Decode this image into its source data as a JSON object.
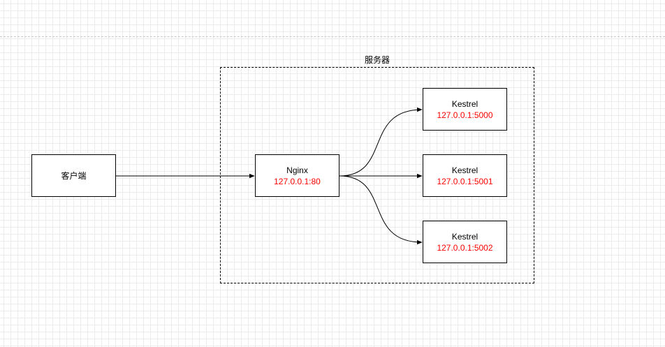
{
  "diagram": {
    "container": {
      "label": "服务器"
    },
    "nodes": {
      "client": {
        "name": "客户端"
      },
      "nginx": {
        "name": "Nginx",
        "address": "127.0.0.1:80"
      },
      "kestrel_1": {
        "name": "Kestrel",
        "address": "127.0.0.1:5000"
      },
      "kestrel_2": {
        "name": "Kestrel",
        "address": "127.0.0.1:5001"
      },
      "kestrel_3": {
        "name": "Kestrel",
        "address": "127.0.0.1:5002"
      }
    },
    "edges": [
      {
        "from": "client",
        "to": "nginx"
      },
      {
        "from": "nginx",
        "to": "kestrel_1"
      },
      {
        "from": "nginx",
        "to": "kestrel_2"
      },
      {
        "from": "nginx",
        "to": "kestrel_3"
      }
    ],
    "colors": {
      "address_text": "#ff0000",
      "stroke": "#000000",
      "grid": "#ececec"
    }
  }
}
